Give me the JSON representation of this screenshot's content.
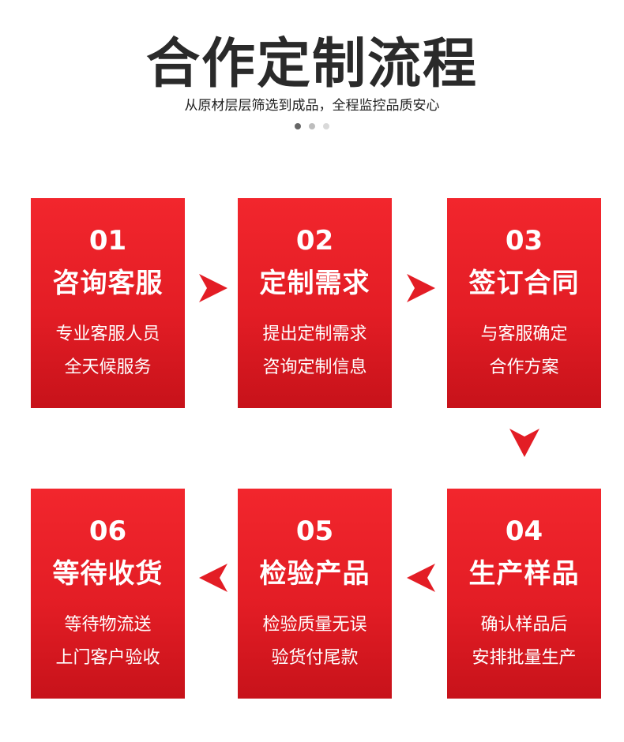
{
  "header": {
    "title": "合作定制流程",
    "subtitle": "从原材层层筛选到成品，全程监控品质安心"
  },
  "colors": {
    "card_top": "#f2262d",
    "card_bottom": "#c7121a",
    "arrow": "#e31d25",
    "title": "#2a2a2a"
  },
  "steps": [
    {
      "num": "01",
      "name": "咨询客服",
      "line1": "专业客服人员",
      "line2": "全天候服务"
    },
    {
      "num": "02",
      "name": "定制需求",
      "line1": "提出定制需求",
      "line2": "咨询定制信息"
    },
    {
      "num": "03",
      "name": "签订合同",
      "line1": "与客服确定",
      "line2": "合作方案"
    },
    {
      "num": "04",
      "name": "生产样品",
      "line1": "确认样品后",
      "line2": "安排批量生产"
    },
    {
      "num": "05",
      "name": "检验产品",
      "line1": "检验质量无误",
      "line2": "验货付尾款"
    },
    {
      "num": "06",
      "name": "等待收货",
      "line1": "等待物流送",
      "line2": "上门客户验收"
    }
  ]
}
